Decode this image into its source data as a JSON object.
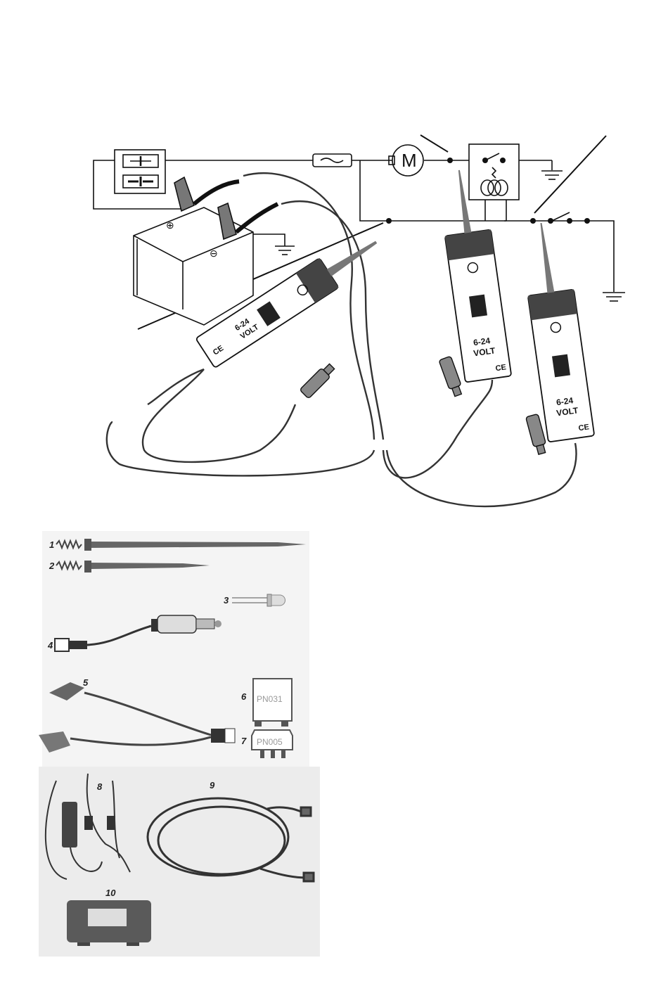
{
  "circuit": {
    "motor_label": "M",
    "probes": [
      {
        "id": "probe-left",
        "range_label": "6-24",
        "unit_label": "VOLT",
        "cert_mark": "CE"
      },
      {
        "id": "probe-middle",
        "range_label": "6-24",
        "unit_label": "VOLT",
        "cert_mark": "CE"
      },
      {
        "id": "probe-right",
        "range_label": "6-24",
        "unit_label": "VOLT",
        "cert_mark": "CE"
      }
    ],
    "battery_terminals": {
      "positive": "⊕",
      "negative": "⊖"
    }
  },
  "parts": [
    {
      "number": "1"
    },
    {
      "number": "2"
    },
    {
      "number": "3"
    },
    {
      "number": "4"
    },
    {
      "number": "5"
    },
    {
      "number": "6",
      "code": "PN031"
    },
    {
      "number": "7",
      "code": "PN005"
    },
    {
      "number": "8"
    },
    {
      "number": "9"
    },
    {
      "number": "10"
    }
  ],
  "colors": {
    "line": "#111111",
    "cable": "#333333",
    "part_background": "#e8e8e8",
    "part_dark": "#555555",
    "case": "#5a5a5a"
  }
}
